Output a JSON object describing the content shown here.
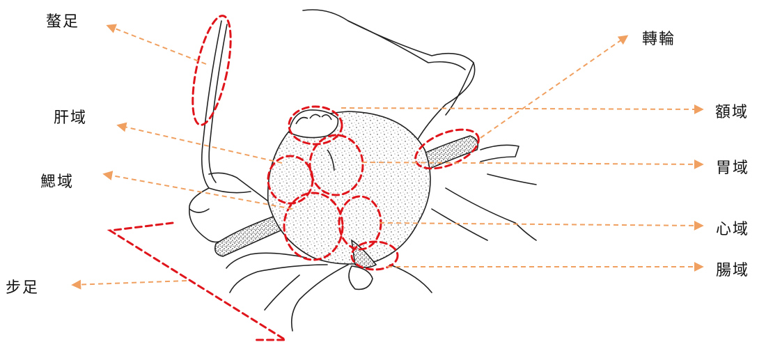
{
  "labels": {
    "chelicera": "螯足",
    "wheel": "轉輪",
    "liver": "肝域",
    "gill": "鰓域",
    "forehead": "額域",
    "stomach": "胃域",
    "heart": "心域",
    "intestine": "腸域",
    "walking_leg": "步足"
  },
  "colors": {
    "highlight": "#e0151c",
    "arrow": "#f0a060",
    "sketch": "#222222"
  }
}
